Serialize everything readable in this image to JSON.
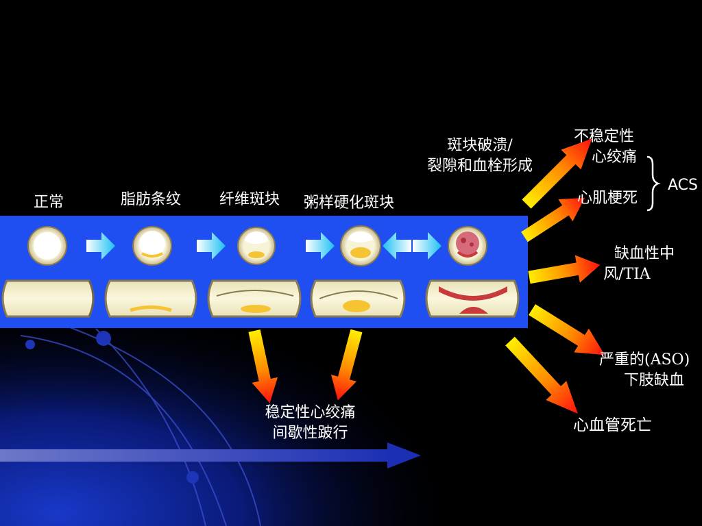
{
  "stages": {
    "normal": "正常",
    "fatty_streak": "脂肪条纹",
    "fibrous_plaque": "纤维斑块",
    "atheromatous_plaque": "粥样硬化斑块",
    "rupture_line1": "斑块破溃/",
    "rupture_line2": "裂隙和血栓形成"
  },
  "outcomes": {
    "unstable_line1": "不稳定性",
    "unstable_line2": "心绞痛",
    "mi": "心肌梗死",
    "acs": "ACS",
    "stroke_line1": "缺血性中",
    "stroke_line2": "风/TIA",
    "aso_line1": "严重的(ASO)",
    "aso_line2": "下肢缺血",
    "cv_death": "心血管死亡",
    "stable_line1": "稳定性心绞痛",
    "stable_line2": "间歇性跛行"
  },
  "colors": {
    "background": "#000000",
    "band": "#1f4ff0",
    "arrow_tip": "#ff0f0f",
    "arrow_tail": "#ffee00",
    "stage_arrow": "#22c4f4",
    "vessel_wall": "#f6f1cf",
    "plaque": "#f6c433",
    "thrombus": "#c93a3a"
  }
}
